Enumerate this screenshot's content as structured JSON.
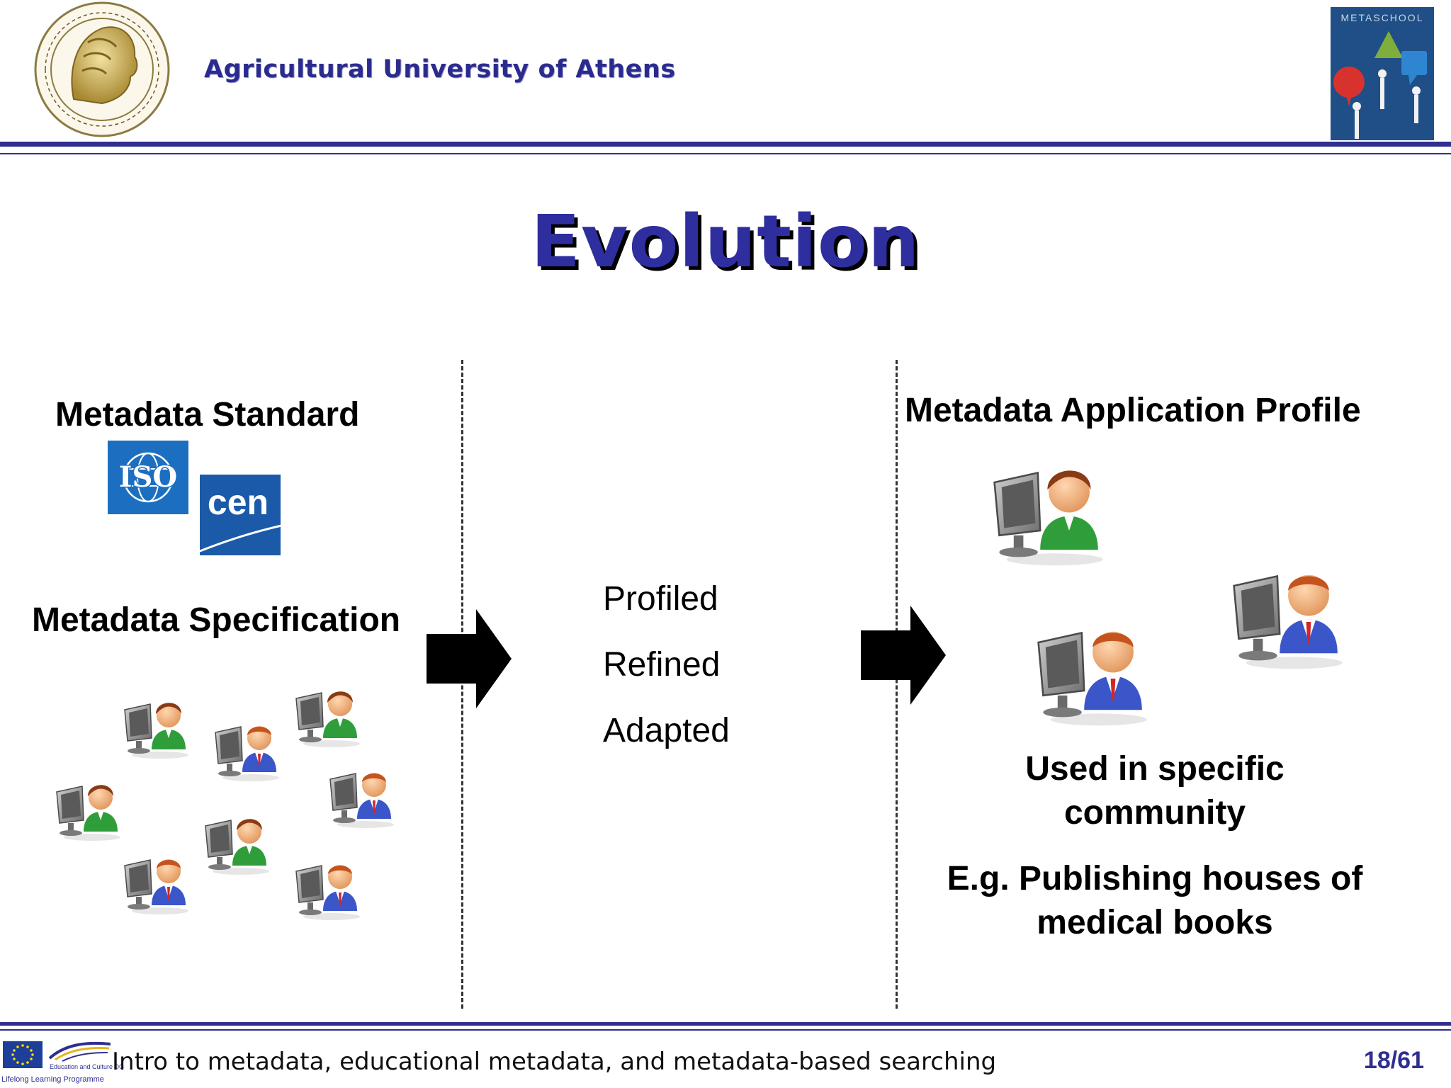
{
  "header": {
    "institution": "Agricultural University of Athens",
    "seal_icon": "university-seal-icon",
    "right_logo": "metaschool-logo",
    "right_logo_text": "METASCHOOL"
  },
  "title": "Evolution",
  "left_column": {
    "standard_heading": "Metadata Standard",
    "logo_labels": [
      "ISO",
      "cen"
    ],
    "spec_heading": "Metadata Specification"
  },
  "middle_column": {
    "terms": [
      "Profiled",
      "Refined",
      "Adapted"
    ]
  },
  "right_column": {
    "profile_heading": "Metadata Application Profile",
    "community_text": "Used in specific community",
    "example_text": "E.g. Publishing houses of medical books"
  },
  "footer": {
    "programme_small": "Education and Culture DG",
    "programme_label": "Lifelong Learning Programme",
    "course_title": "Intro to metadata, educational metadata, and metadata-based searching",
    "page": "18/61"
  },
  "colors": {
    "brand_navy": "#2f2f8f",
    "title_blue": "#2e2e9e",
    "iso_blue": "#1c6fc0",
    "cen_blue": "#1b5aa8",
    "female_shirt": "#2f9e3a",
    "male_suit": "#3b56c8"
  }
}
